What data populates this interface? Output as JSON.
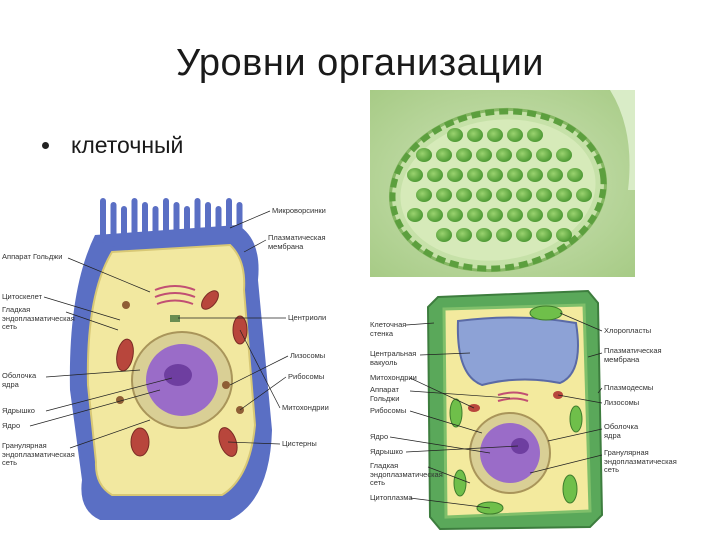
{
  "slide": {
    "title": "Уровни организации",
    "bullet": "клеточный"
  },
  "animal_cell": {
    "labels_left": [
      "Аппарат Гольджи",
      "Цитоскелет",
      "Гладкая эндоплазматическая сеть",
      "Оболочка ядра",
      "Ядрышко",
      "Ядро",
      "Гранулярная эндоплазматическая сеть"
    ],
    "labels_right": [
      "Микроворсинки",
      "Плазматическая мембрана",
      "Центриоли",
      "Лизосомы",
      "Рибосомы",
      "Митохондрии",
      "Цистерны"
    ]
  },
  "plant_cell": {
    "labels_left": [
      "Клеточная стенка",
      "Центральная вакуоль",
      "Митохондрии",
      "Аппарат Гольджи",
      "Рибосомы",
      "Ядро",
      "Ядрышко",
      "Гладкая эндоплазматическая сеть",
      "Цитоплазма"
    ],
    "labels_right": [
      "Хлоропласты",
      "Плазматическая мембрана",
      "Плазмодесмы",
      "Лизосомы",
      "Оболочка ядра",
      "Гранулярная эндоплазматическая сеть"
    ]
  },
  "colors": {
    "animal_membrane": "#5a6fc4",
    "animal_cytoplasm": "#f2e8a0",
    "nucleus": "#9a6cc8",
    "mitochondria": "#b8463c",
    "plant_wall": "#5aa85a",
    "plant_cytoplasm": "#f3ea9e",
    "vacuole": "#8da2d6",
    "micrograph_bg": "#b9d99a",
    "chloroplast": "#6fbf4a"
  }
}
